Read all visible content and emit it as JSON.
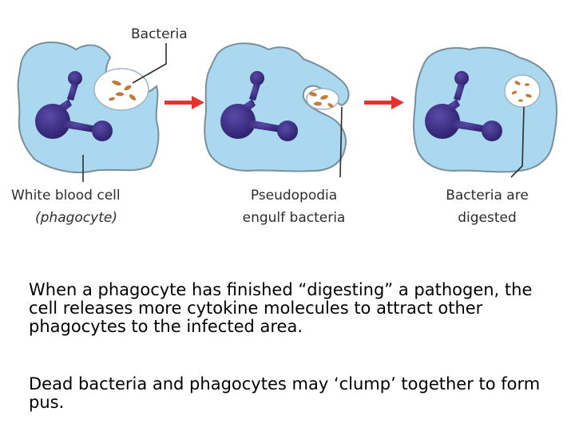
{
  "diagram": {
    "labels": {
      "bacteria": "Bacteria",
      "white_blood_cell": "White blood cell",
      "phagocyte": "(phagocyte)",
      "pseudopodia_line1": "Pseudopodia",
      "pseudopodia_line2": "engulf bacteria",
      "digested_line1": "Bacteria are",
      "digested_line2": "digested"
    },
    "colors": {
      "cytoplasm": "#a9d8ef",
      "cell_outline": "#7a8f9c",
      "nucleus": "#3e2e84",
      "bacterium": "#c27a38",
      "arrow": "#e8312c",
      "vacuole": "#ffffff"
    },
    "stages": [
      "approach",
      "engulf",
      "digest"
    ]
  },
  "text": {
    "paragraph1": "When a phagocyte has finished “digesting” a pathogen, the cell releases more cytokine molecules to attract other phagocytes to the infected area.",
    "paragraph2": "Dead bacteria and phagocytes may ‘clump’ together to form pus."
  }
}
